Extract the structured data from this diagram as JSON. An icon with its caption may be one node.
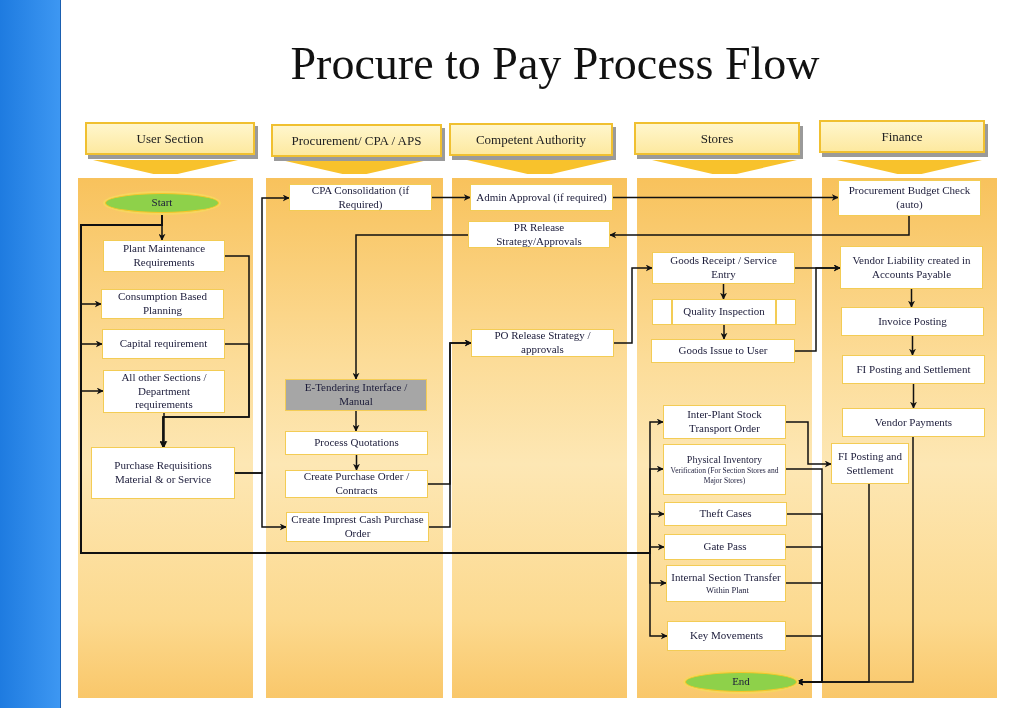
{
  "diagram": {
    "title": "Procure to Pay Process Flow",
    "nodes": [
      {
        "text": [
          "User Section"
        ]
      },
      {
        "text": [
          "Start"
        ],
        "in": 0
      },
      {
        "text": [
          "Plant Maintenance Requirements"
        ],
        "in": 0
      },
      {
        "text": [
          "Consumption Based Planning"
        ],
        "in": 0
      },
      {
        "text": [
          "Capital requirement"
        ],
        "in": 0
      },
      {
        "text": [
          "All other Sections / Department requirements"
        ],
        "in": 0
      },
      {
        "text": [
          "Purchase Requisitions Material & or Service"
        ],
        "in": 0
      },
      {
        "text": [
          "Procurement/ CPA / APS"
        ]
      },
      {
        "text": [
          "CPA Consolidation (if Required)"
        ],
        "in": 7
      },
      {
        "text": [
          "E-Tendering Interface / Manual"
        ],
        "in": 7
      },
      {
        "text": [
          "Process Quotations"
        ],
        "in": 7
      },
      {
        "text": [
          "Create Purchase Order / Contracts"
        ],
        "in": 7
      },
      {
        "text": [
          "Create Imprest Cash Purchase Order"
        ],
        "in": 7
      },
      {
        "text": [
          "Competent Authority"
        ]
      },
      {
        "text": [
          "Admin Approval (if required)"
        ],
        "in": 13
      },
      {
        "text": [
          "PR Release Strategy/Approvals"
        ],
        "in": 13
      },
      {
        "text": [
          "PO Release Strategy / approvals"
        ],
        "in": 13
      },
      {
        "text": [
          "Stores"
        ]
      },
      {
        "text": [
          "Goods Receipt / Service Entry"
        ],
        "in": 17
      },
      {
        "text": [
          "Quality Inspection"
        ],
        "in": 17
      },
      {
        "text": [
          "Goods Issue to User"
        ],
        "in": 17
      },
      {
        "text": [
          "Inter-Plant Stock Transport Order"
        ],
        "in": 17
      },
      {
        "text": [
          "Physical Inventory",
          "Verification (For Section Stores and Major Stores)"
        ],
        "in": 17
      },
      {
        "text": [
          "Theft Cases"
        ],
        "in": 17
      },
      {
        "text": [
          "Gate Pass"
        ],
        "in": 17
      },
      {
        "text": [
          "Internal Section Transfer",
          "Within Plant"
        ],
        "in": 17
      },
      {
        "text": [
          "Key Movements"
        ],
        "in": 17
      },
      {
        "text": [
          "End"
        ],
        "in": 17
      },
      {
        "text": [
          "Finance"
        ]
      },
      {
        "text": [
          "Procurement Budget Check (auto)"
        ],
        "in": 28
      },
      {
        "text": [
          "Vendor Liability created in Accounts Payable"
        ],
        "in": 28
      },
      {
        "text": [
          "Invoice Posting"
        ],
        "in": 28
      },
      {
        "text": [
          "FI Posting and Settlement"
        ],
        "in": 28
      },
      {
        "text": [
          "Vendor Payments"
        ],
        "in": 28
      },
      {
        "text": [
          "FI Posting and Settlement"
        ],
        "in": 28
      }
    ],
    "edges": [
      {
        "from": 1,
        "to": 2,
        "arrow": "to"
      },
      {
        "from": 1,
        "to": 3,
        "arrow": "to"
      },
      {
        "from": 1,
        "to": 4,
        "arrow": "to"
      },
      {
        "from": 1,
        "to": 5,
        "arrow": "to"
      },
      {
        "from": 1,
        "to": 21,
        "arrow": "to"
      },
      {
        "from": 1,
        "to": 22,
        "arrow": "to"
      },
      {
        "from": 1,
        "to": 23,
        "arrow": "to"
      },
      {
        "from": 1,
        "to": 24,
        "arrow": "to"
      },
      {
        "from": 1,
        "to": 25,
        "arrow": "to"
      },
      {
        "from": 1,
        "to": 26,
        "arrow": "to"
      },
      {
        "from": 2,
        "to": 6,
        "arrow": "to"
      },
      {
        "from": 4,
        "to": 6,
        "arrow": "to"
      },
      {
        "from": 5,
        "to": 6,
        "arrow": "to"
      },
      {
        "from": 6,
        "to": 8,
        "arrow": "to"
      },
      {
        "from": 6,
        "to": 12,
        "arrow": "to"
      },
      {
        "from": 8,
        "to": 14,
        "arrow": "to"
      },
      {
        "from": 14,
        "to": 29,
        "arrow": "to"
      },
      {
        "from": 29,
        "to": 15,
        "arrow": "to"
      },
      {
        "from": 15,
        "to": 9,
        "arrow": "to"
      },
      {
        "from": 9,
        "to": 10,
        "arrow": "to"
      },
      {
        "from": 10,
        "to": 11,
        "arrow": "to"
      },
      {
        "from": 11,
        "to": 16,
        "arrow": "to"
      },
      {
        "from": 12,
        "to": 16,
        "arrow": "to"
      },
      {
        "from": 16,
        "to": 18,
        "arrow": "to"
      },
      {
        "from": 18,
        "to": 19,
        "arrow": "to"
      },
      {
        "from": 19,
        "to": 20,
        "arrow": "to"
      },
      {
        "from": 18,
        "to": 30,
        "arrow": "to"
      },
      {
        "from": 20,
        "to": 30,
        "arrow": "to"
      },
      {
        "from": 30,
        "to": 31,
        "arrow": "to"
      },
      {
        "from": 31,
        "to": 32,
        "arrow": "to"
      },
      {
        "from": 32,
        "to": 33,
        "arrow": "to"
      },
      {
        "from": 33,
        "to": 27,
        "arrow": "to"
      },
      {
        "from": 21,
        "to": 34,
        "arrow": "to"
      },
      {
        "from": 22,
        "to": 27,
        "arrow": "to"
      },
      {
        "from": 23,
        "to": 27,
        "arrow": "to"
      },
      {
        "from": 24,
        "to": 27,
        "arrow": "to"
      },
      {
        "from": 25,
        "to": 27,
        "arrow": "to"
      },
      {
        "from": 26,
        "to": 27,
        "arrow": "to"
      },
      {
        "from": 34,
        "to": 27,
        "arrow": "to"
      }
    ]
  }
}
